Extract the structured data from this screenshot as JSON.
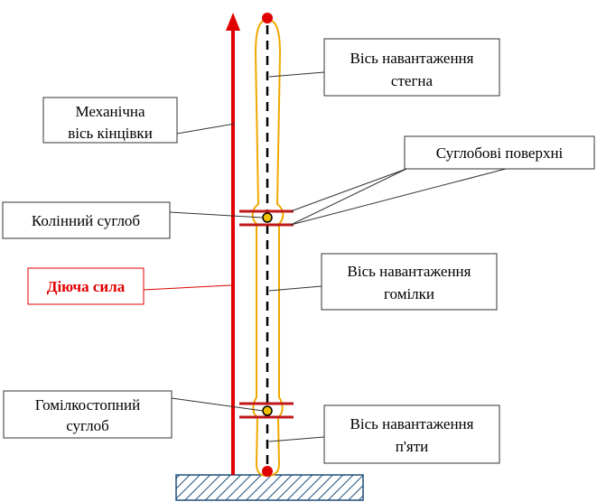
{
  "colors": {
    "force_arrow": "#e00000",
    "joint_line": "#c0181a",
    "bone_outline": "#f0a800",
    "dashed_axis": "#000000",
    "callout_border": "#333333",
    "base_hatch": "#1f4e79",
    "point": "#e00000"
  },
  "labels": {
    "femur_axis": [
      "Вісь навантаження",
      "стегна"
    ],
    "mechanical_axis": [
      "Механічна",
      "вісь кінцівки"
    ],
    "joint_surfaces": [
      "Суглобові поверхні"
    ],
    "knee_joint": [
      "Колінний суглоб"
    ],
    "acting_force": [
      "Діюча сила"
    ],
    "tibia_axis": [
      "Вісь навантаження",
      "гомілки"
    ],
    "ankle_joint": [
      "Гомілкостопний",
      "суглоб"
    ],
    "heel_axis": [
      "Вісь навантаження",
      "п'яти"
    ]
  }
}
